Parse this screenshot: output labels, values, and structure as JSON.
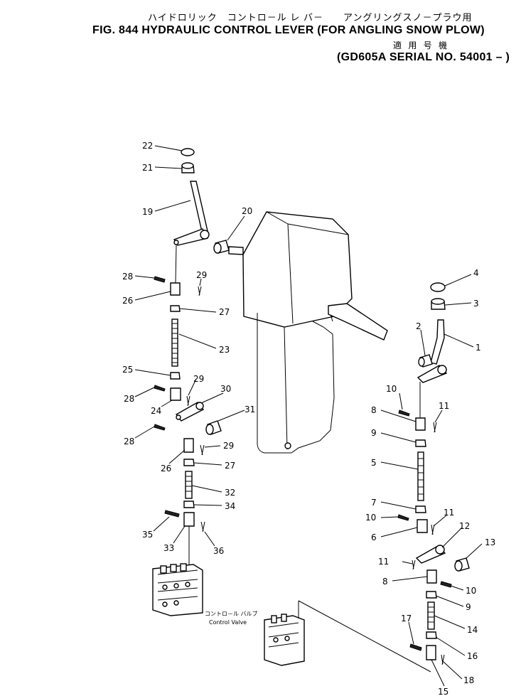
{
  "header": {
    "jp_title": "ハイドロリック　コントロ－ル レ バ－　　アングリングスノ－プラウ用",
    "fig_title": "FIG. 844  HYDRAULIC CONTROL LEVER (FOR ANGLING SNOW PLOW)",
    "jp_serial": "適 用 号 機",
    "serial": "(GD605A SERIAL NO. 54001 – )"
  },
  "control_valve": {
    "jp": "コントロ－ル バルブ",
    "en": "Control Valve"
  },
  "callouts": [
    "1",
    "2",
    "3",
    "4",
    "5",
    "6",
    "7",
    "8",
    "8",
    "9",
    "9",
    "10",
    "10",
    "10",
    "11",
    "11",
    "11",
    "12",
    "13",
    "14",
    "15",
    "16",
    "17",
    "18",
    "19",
    "20",
    "21",
    "22",
    "23",
    "24",
    "25",
    "26",
    "26",
    "27",
    "27",
    "28",
    "28",
    "28",
    "29",
    "29",
    "29",
    "30",
    "31",
    "32",
    "33",
    "34",
    "35",
    "36"
  ]
}
